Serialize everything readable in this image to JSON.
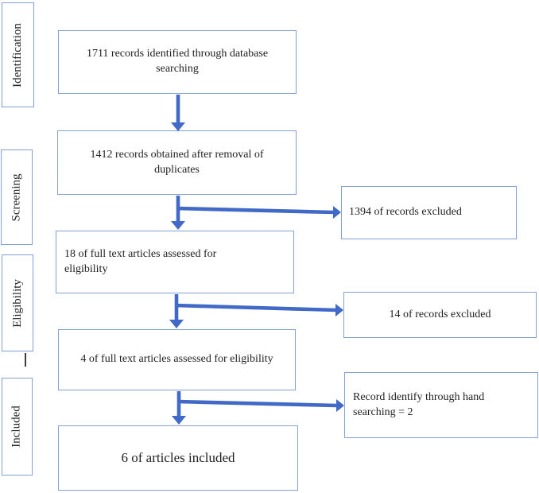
{
  "stages": [
    {
      "label": "Identification"
    },
    {
      "label": "Screening"
    },
    {
      "label": "Eligibility"
    },
    {
      "label": "Included"
    }
  ],
  "flow_boxes": [
    {
      "text": "1711 records identified through database\nsearching"
    },
    {
      "text": "1412 records obtained after removal of\nduplicates"
    },
    {
      "text": "18 of full text articles assessed for\neligibility"
    },
    {
      "text": "4 of full text articles assessed for eligibility"
    },
    {
      "text": "6 of articles included"
    }
  ],
  "side_boxes": [
    {
      "text": "1394 of records excluded"
    },
    {
      "text": "14 of records excluded"
    },
    {
      "text": "Record identify through hand\nsearching = 2"
    }
  ],
  "colors": {
    "box_border": "#85a0d6",
    "arrow": "#4169c8",
    "text": "#1f1f1f",
    "background": "#ffffff"
  }
}
